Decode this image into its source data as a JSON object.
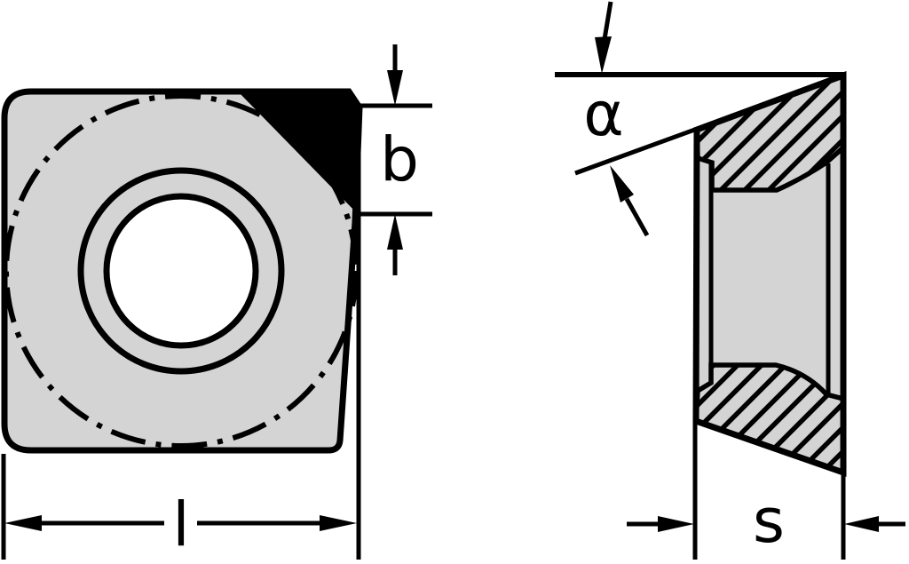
{
  "drawing": {
    "dimension_labels": {
      "facet_width": "b",
      "cutting_edge_length": "l",
      "clearance_angle": "α",
      "insert_thickness": "s"
    },
    "colors": {
      "background": "#ffffff",
      "insert_fill": "#d4d4d4",
      "outline": "#000000",
      "corner_facet": "#000000",
      "hole_fill": "#ffffff"
    }
  }
}
